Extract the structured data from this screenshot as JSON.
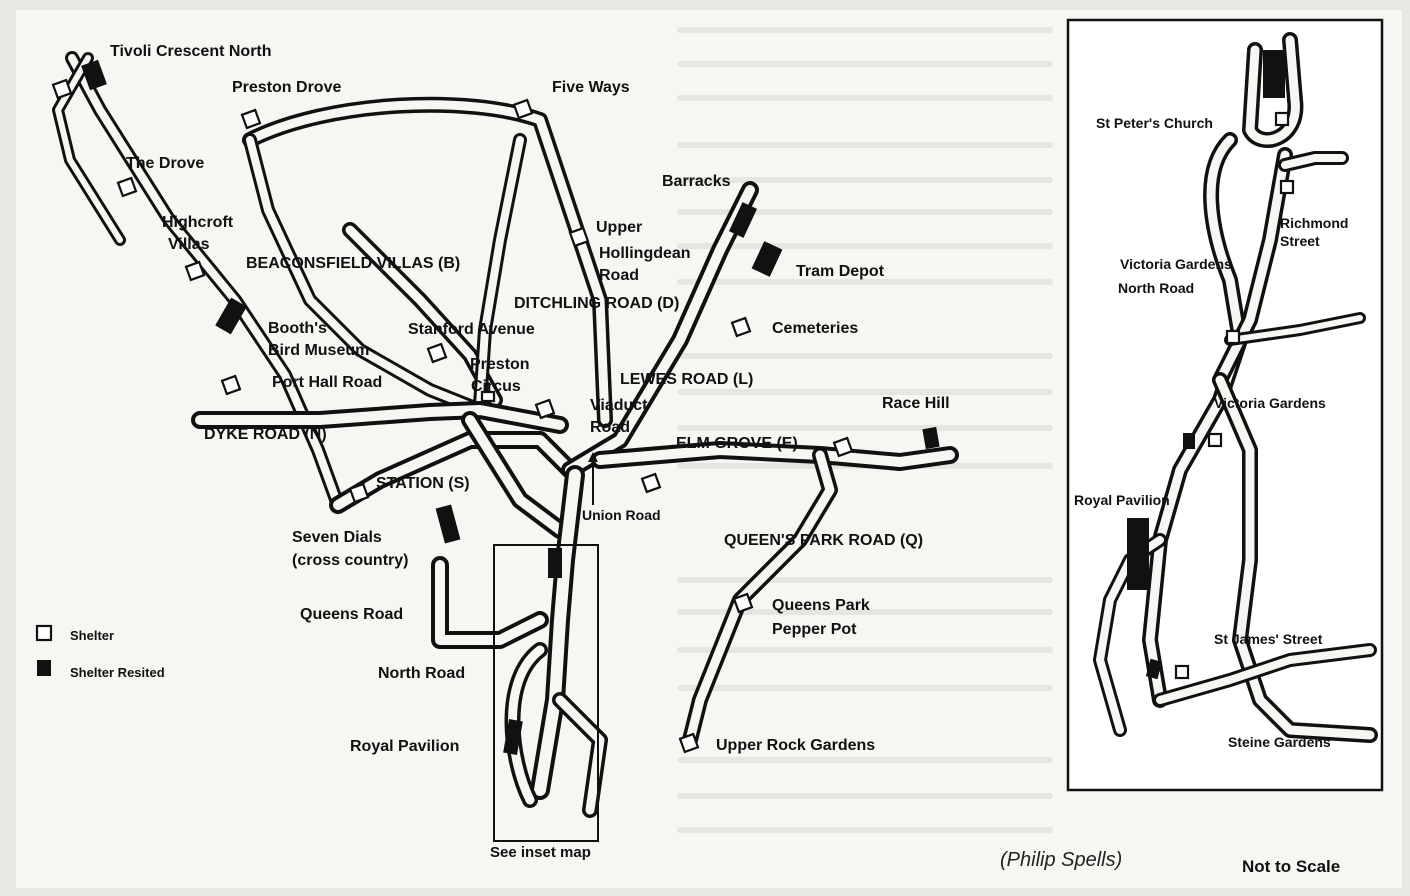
{
  "colors": {
    "paper": "#f7f6f3",
    "ink": "#111111",
    "page_background": "#e9e7e3"
  },
  "labels": {
    "tivoli": "Tivoli Crescent North",
    "preston_drove": "Preston Drove",
    "five_ways": "Five Ways",
    "the_drove": "The Drove",
    "barracks": "Barracks",
    "highcroft_1": "Highcroft",
    "highcroft_2": "Villas",
    "upper_hollingdean_1": "Upper",
    "upper_hollingdean_2": "Hollingdean",
    "upper_hollingdean_3": "Road",
    "beaconsfield": "BEACONSFIELD VILLAS (B)",
    "tram_depot": "Tram Depot",
    "ditchling": "DITCHLING ROAD (D)",
    "booths_1": "Booth's",
    "booths_2": "Bird Museum",
    "stanford": "Stanford Avenue",
    "cemeteries": "Cemeteries",
    "preston_circus_1": "Preston",
    "preston_circus_2": "Circus",
    "port_hall": "Port Hall Road",
    "lewes_road": "LEWES ROAD (L)",
    "race_hill": "Race Hill",
    "viaduct_1": "Viaduct",
    "viaduct_2": "Road",
    "dyke_road": "DYKE ROAD (N)",
    "elm_grove": "ELM GROVE (E)",
    "station": "STATION (S)",
    "union_road": "Union Road",
    "seven_dials_1": "Seven Dials",
    "seven_dials_2": "(cross country)",
    "queens_park_road": "QUEEN'S PARK ROAD (Q)",
    "queens_road": "Queens Road",
    "queens_park_1": "Queens Park",
    "queens_park_2": "Pepper Pot",
    "north_road": "North Road",
    "royal_pavilion": "Royal Pavilion",
    "upper_rock": "Upper Rock Gardens",
    "see_inset": "See inset map"
  },
  "legend": {
    "shelter": "Shelter",
    "shelter_resited": "Shelter Resited"
  },
  "inset": {
    "st_peters": "St Peter's Church",
    "richmond_1": "Richmond",
    "richmond_2": "Street",
    "victoria_gardens_north": "Victoria Gardens",
    "north_road": "North Road",
    "victoria_gardens": "Victoria Gardens",
    "royal_pavilion": "Royal Pavilion",
    "st_james": "St James' Street",
    "steine": "Steine Gardens"
  },
  "credit": "(Philip Spells)",
  "scale_note": "Not to Scale"
}
